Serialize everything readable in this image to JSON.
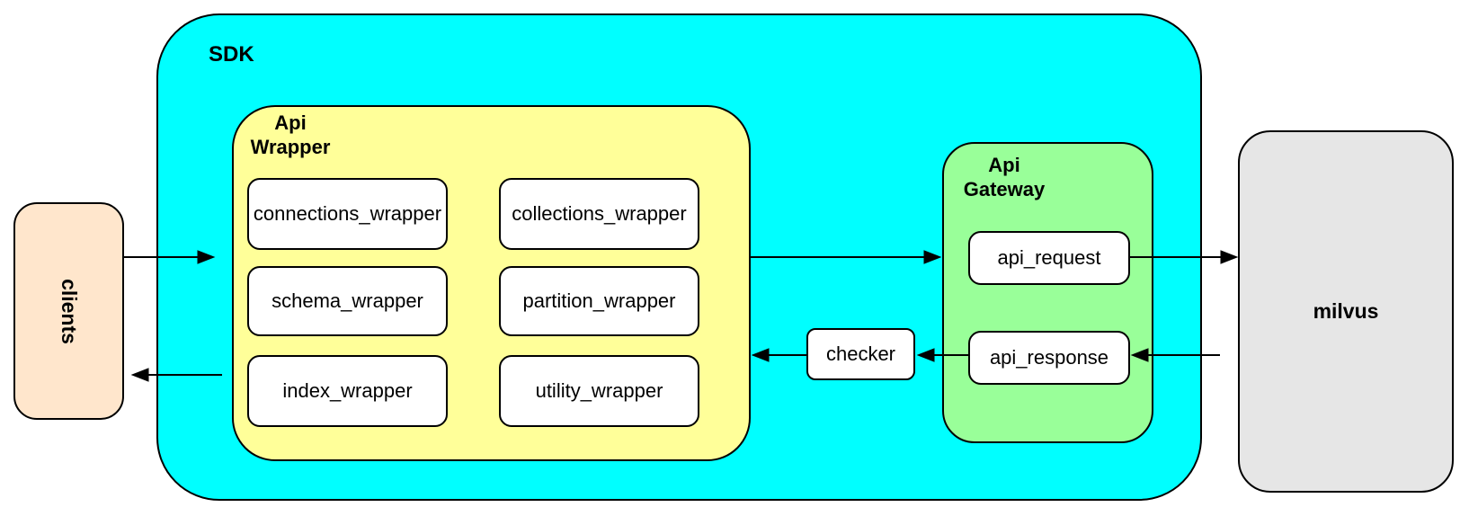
{
  "nodes": {
    "clients": {
      "label": "clients"
    },
    "sdk": {
      "label": "SDK"
    },
    "api_wrapper": {
      "label_line1": "Api",
      "label_line2": "Wrapper",
      "boxes": [
        "connections_wrapper",
        "collections_wrapper",
        "schema_wrapper",
        "partition_wrapper",
        "index_wrapper",
        "utility_wrapper"
      ]
    },
    "checker": {
      "label": "checker"
    },
    "api_gateway": {
      "label_line1": "Api",
      "label_line2": "Gateway",
      "boxes": [
        "api_request",
        "api_response"
      ]
    },
    "milvus": {
      "label": "milvus"
    }
  },
  "arrows": [
    {
      "from": "clients",
      "to": "sdk",
      "direction": "right"
    },
    {
      "from": "api_wrapper",
      "to": "api_gateway",
      "direction": "right"
    },
    {
      "from": "api_request",
      "to": "milvus",
      "direction": "right"
    },
    {
      "from": "milvus",
      "to": "api_response",
      "direction": "left"
    },
    {
      "from": "api_response",
      "to": "checker",
      "direction": "left"
    },
    {
      "from": "checker",
      "to": "api_wrapper",
      "direction": "left"
    },
    {
      "from": "sdk",
      "to": "clients",
      "direction": "left"
    }
  ],
  "colors": {
    "sdk_fill": "#00FFFF",
    "api_wrapper_fill": "#FFFF99",
    "api_gateway_fill": "#99FF99",
    "clients_fill": "#FFE6CC",
    "milvus_fill": "#E6E6E6",
    "box_fill": "#FFFFFF",
    "border": "#000000"
  }
}
